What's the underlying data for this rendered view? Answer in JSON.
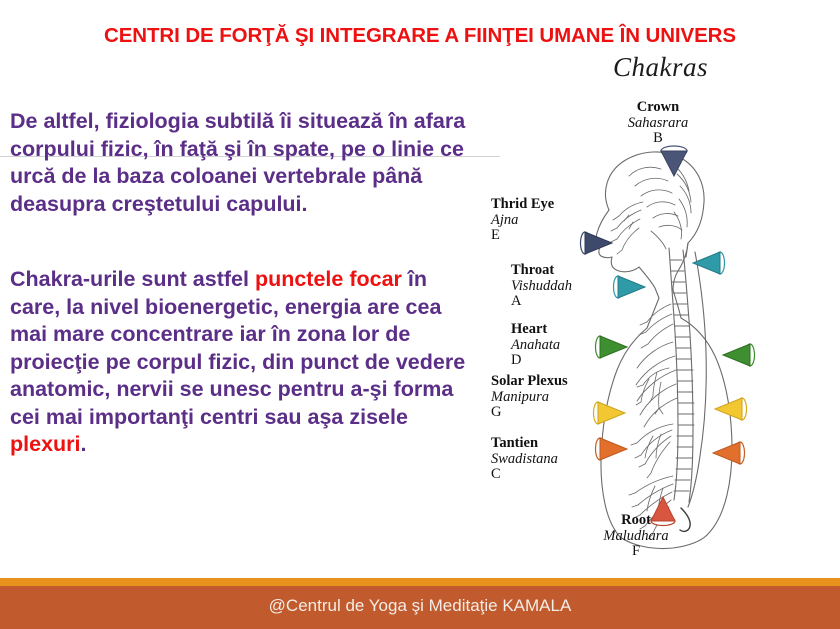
{
  "slide": {
    "title": "CENTRI DE FORŢĂ ŞI INTEGRARE A FIINŢEI UMANE ÎN UNIVERS",
    "title_color": "#ee1111",
    "body_text_color": "#5b2e87",
    "highlight_color": "#ee1111",
    "background": "#ffffff"
  },
  "body": {
    "paragraph1": "De altfel, fiziologia subtilă îi situează în afara corpului fizic, în faţă şi în spate, pe o linie ce urcă de la baza coloanei vertebrale până deasupra creştetului capului.",
    "paragraph2_part1": "Chakra-urile sunt astfel ",
    "paragraph2_highlight1": "punctele focar",
    "paragraph2_part2": " în care, la nivel bioenergetic, energia are cea mai mare concentrare iar în zona lor de proiecţie pe corpul fizic, din punct de vedere anatomic, nervii se unesc pentru a-şi forma cei mai importanţi centri sau aşa zisele ",
    "paragraph2_highlight2": "plexuri",
    "paragraph2_part3": "."
  },
  "figure": {
    "title": "Chakras",
    "chakras": [
      {
        "name": "Crown",
        "sanskrit": "Sahasrara",
        "note": "B",
        "color": "#4a5578"
      },
      {
        "name": "Thrid Eye",
        "sanskrit": "Ajna",
        "note": "E",
        "color": "#3d4a6b"
      },
      {
        "name": "Throat",
        "sanskrit": "Vishuddah",
        "note": "A",
        "color": "#2f9aa8"
      },
      {
        "name": "Heart",
        "sanskrit": "Anahata",
        "note": "D",
        "color": "#3e8f2f"
      },
      {
        "name": "Solar Plexus",
        "sanskrit": "Manipura",
        "note": "G",
        "color": "#f2c731"
      },
      {
        "name": "Tantien",
        "sanskrit": "Swadistana",
        "note": "C",
        "color": "#e2702c"
      },
      {
        "name": "Root",
        "sanskrit": "Maludhara",
        "note": "F",
        "color": "#d8553f"
      }
    ]
  },
  "footer": {
    "credit": "@Centrul de Yoga şi Meditaţie KAMALA",
    "strip_color": "#e8921e",
    "band_color": "#c15a2d"
  }
}
